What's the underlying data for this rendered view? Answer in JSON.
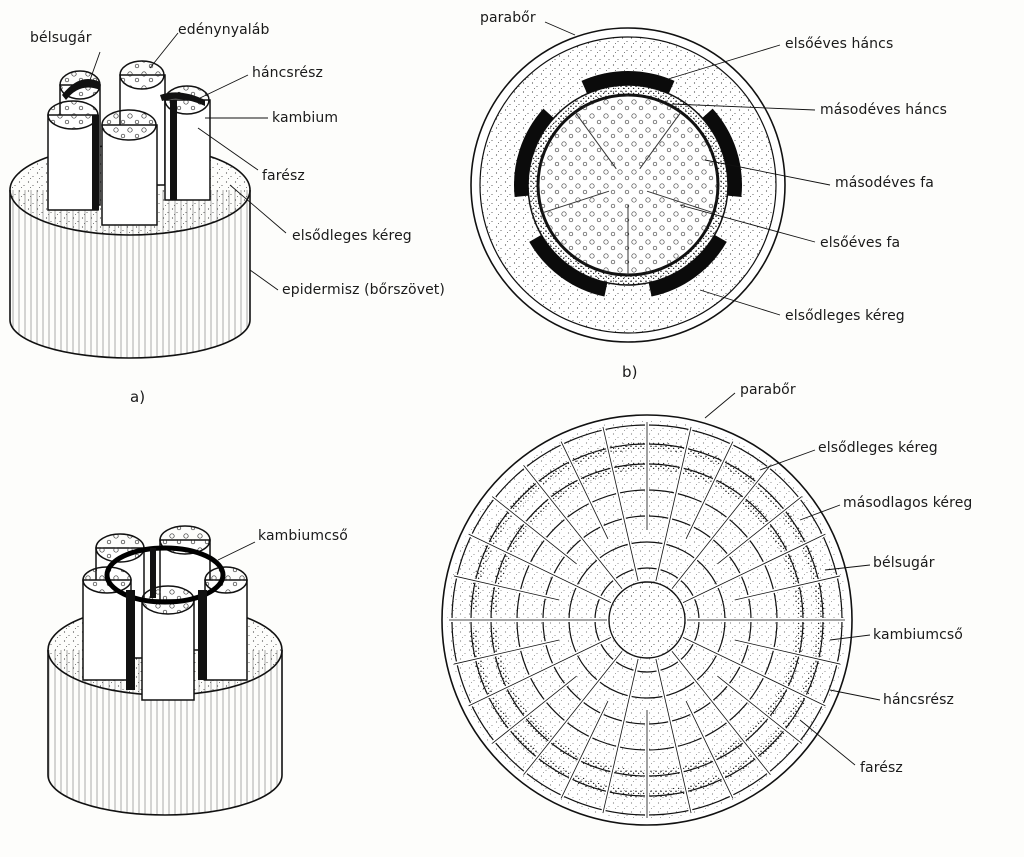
{
  "colors": {
    "ink": "#111111",
    "paper": "#fdfdfb",
    "dots": "#555555"
  },
  "panel_a": {
    "caption": "a)",
    "labels": {
      "belsugar": "bélsugár",
      "edenynyalab": "edénynyaláb",
      "hancsresz": "háncsrész",
      "kambium": "kambium",
      "faresz": "farész",
      "elsodleges_kereg": "elsődleges kéreg",
      "epidermisz": "epidermisz (bőrszövet)"
    }
  },
  "panel_b": {
    "caption": "b)",
    "labels": {
      "parabor": "parabőr",
      "elsoeves_hancs": "elsőéves háncs",
      "masodeves_hancs": "másodéves háncs",
      "masodeves_fa": "másodéves fa",
      "elsoeves_fa": "elsőéves fa",
      "elsodleges_kereg": "elsődleges kéreg"
    }
  },
  "panel_c": {
    "labels": {
      "kambiumcso": "kambiumcső"
    }
  },
  "panel_d": {
    "labels": {
      "parabor": "parabőr",
      "elsodleges_kereg": "elsődleges kéreg",
      "masodlagos_kereg": "másodlagos kéreg",
      "belsugar": "bélsugár",
      "kambiumcso": "kambiumcső",
      "hancsresz": "háncsrész",
      "faresz": "farész"
    }
  }
}
